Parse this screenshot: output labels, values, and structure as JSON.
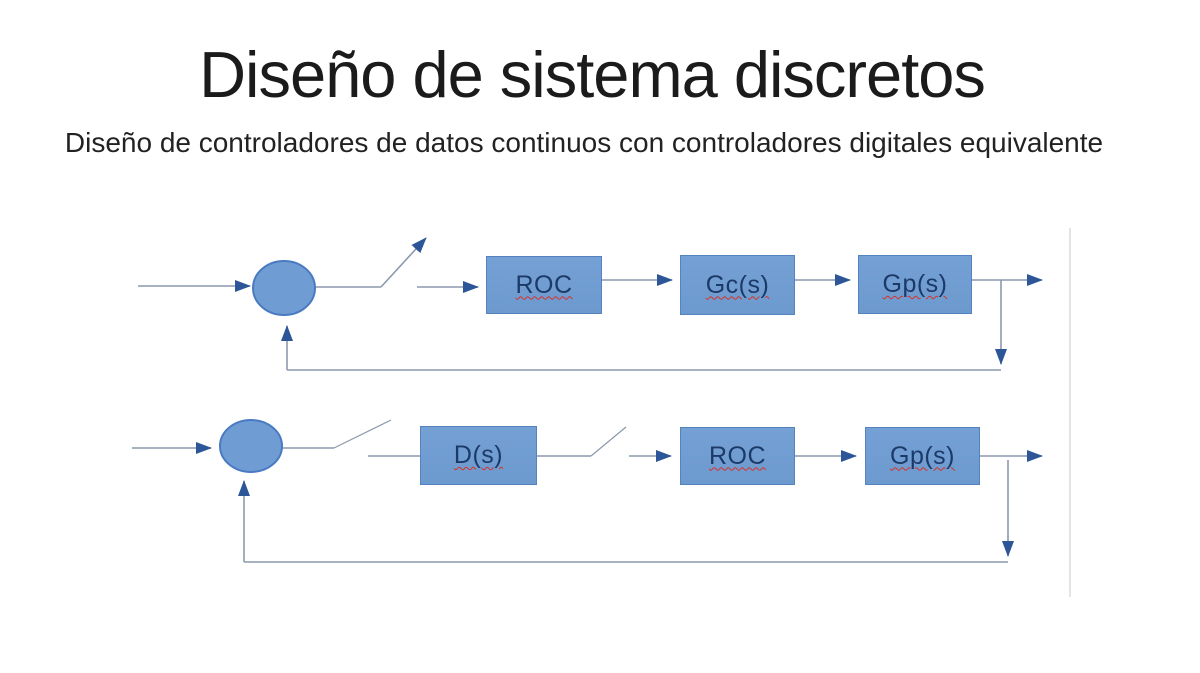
{
  "slide": {
    "title": "Diseño de sistema discretos",
    "subtitle": "Diseño de controladores de datos continuos con controladores digitales equivalente"
  },
  "diagrams": {
    "top": {
      "blocks": [
        {
          "label": "ROC"
        },
        {
          "label": "Gc(s)"
        },
        {
          "label": "Gp(s)"
        }
      ]
    },
    "bottom": {
      "blocks": [
        {
          "label": "D(s)"
        },
        {
          "label": "ROC"
        },
        {
          "label": "Gp(s)"
        }
      ]
    }
  },
  "colors": {
    "background": "#ffffff",
    "title_text": "#1b1b1b",
    "block_fill": "#6f9cd2",
    "block_border": "#5583c0",
    "block_text": "#1c3a68",
    "junction_stroke": "#4a7ac2",
    "connector_line": "#8b99ad",
    "arrowhead": "#2d5698",
    "spellcheck_underline": "#d93025",
    "frame_edge": "#dcdcdc"
  }
}
